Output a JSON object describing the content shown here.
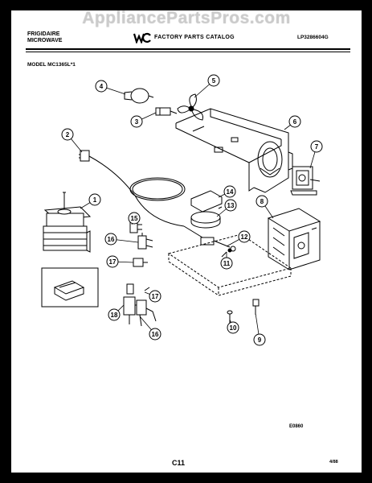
{
  "watermark": "AppliancePartsPros.com",
  "header": {
    "brand_line1": "FRIGIDAIRE",
    "brand_line2": "MICROWAVE",
    "catalog_title": "FACTORY PARTS CATALOG",
    "document_number": "LP3286604G"
  },
  "model_label": "MODEL MC1365L*1",
  "diagram_code": "E0860",
  "page_number": "C11",
  "date": "4/88",
  "callouts": [
    "4",
    "5",
    "3",
    "2",
    "6",
    "7",
    "1",
    "14",
    "13",
    "8",
    "15",
    "12",
    "16",
    "11",
    "17",
    "18",
    "17",
    "16",
    "10",
    "9"
  ]
}
